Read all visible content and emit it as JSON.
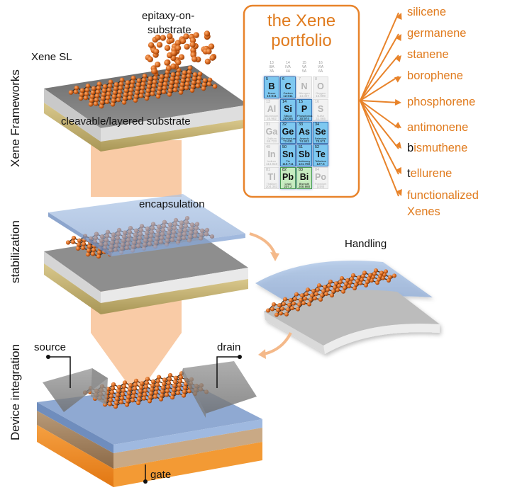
{
  "labels": {
    "epitaxy": [
      "epitaxy-on-",
      "substrate"
    ],
    "xene_sl": "Xene SL",
    "substrate": "cleavable/layered substrate",
    "encapsulation": "encapsulation",
    "handling": "Handling",
    "source": "source",
    "drain": "drain",
    "gate": "gate"
  },
  "stages": {
    "frameworks": "Xene Frameworks",
    "stabilization": "stabilization",
    "device": "Device integration"
  },
  "portfolio": {
    "title_line1": "the Xene",
    "title_line2": "portfolio",
    "frame_color": "#e8832a",
    "groups": [
      {
        "num": "13",
        "roman": "IIIA",
        "cas": "3A"
      },
      {
        "num": "14",
        "roman": "IVA",
        "cas": "4A"
      },
      {
        "num": "15",
        "roman": "VA",
        "cas": "5A"
      },
      {
        "num": "16",
        "roman": "VIA",
        "cas": "6A"
      }
    ],
    "elements": [
      {
        "z": "5",
        "sym": "B",
        "name": "Boron",
        "mass": "10.811",
        "style": "blue"
      },
      {
        "z": "6",
        "sym": "C",
        "name": "Carbon",
        "mass": "12.011",
        "style": "blue"
      },
      {
        "z": "7",
        "sym": "N",
        "name": "Nitrogen",
        "mass": "14.007",
        "style": "dim"
      },
      {
        "z": "8",
        "sym": "O",
        "name": "Oxygen",
        "mass": "15.999",
        "style": "dim"
      },
      {
        "z": "13",
        "sym": "Al",
        "name": "Aluminium",
        "mass": "26.982",
        "style": "dim"
      },
      {
        "z": "14",
        "sym": "Si",
        "name": "Silicon",
        "mass": "28.086",
        "style": "blue"
      },
      {
        "z": "15",
        "sym": "P",
        "name": "Phosphorus",
        "mass": "30.974",
        "style": "blue"
      },
      {
        "z": "16",
        "sym": "S",
        "name": "Sulfur",
        "mass": "32.065",
        "style": "dim"
      },
      {
        "z": "31",
        "sym": "Ga",
        "name": "Gallium",
        "mass": "69.723",
        "style": "dim"
      },
      {
        "z": "32",
        "sym": "Ge",
        "name": "Germanium",
        "mass": "72.631",
        "style": "blue"
      },
      {
        "z": "33",
        "sym": "As",
        "name": "Arsenic",
        "mass": "74.922",
        "style": "blue"
      },
      {
        "z": "34",
        "sym": "Se",
        "name": "Selenium",
        "mass": "78.971",
        "style": "blue"
      },
      {
        "z": "49",
        "sym": "In",
        "name": "Indium",
        "mass": "114.818",
        "style": "dim"
      },
      {
        "z": "50",
        "sym": "Sn",
        "name": "Tin",
        "mass": "118.711",
        "style": "blue"
      },
      {
        "z": "51",
        "sym": "Sb",
        "name": "Antimony",
        "mass": "121.760",
        "style": "blue"
      },
      {
        "z": "52",
        "sym": "Te",
        "name": "Tellurium",
        "mass": "127.6",
        "style": "blue"
      },
      {
        "z": "81",
        "sym": "Tl",
        "name": "Thallium",
        "mass": "204.383",
        "style": "dim"
      },
      {
        "z": "82",
        "sym": "Pb",
        "name": "Lead",
        "mass": "207.2",
        "style": "green"
      },
      {
        "z": "83",
        "sym": "Bi",
        "name": "Bismuth",
        "mass": "208.980",
        "style": "green"
      },
      {
        "z": "84",
        "sym": "Po",
        "name": "Polonium",
        "mass": "(209)",
        "style": "dim"
      }
    ]
  },
  "xenes": [
    {
      "first": "s",
      "rest": "ilicene",
      "first_dark": false
    },
    {
      "first": "g",
      "rest": "ermanene",
      "first_dark": false
    },
    {
      "first": "s",
      "rest": "tanene",
      "first_dark": false
    },
    {
      "first": "b",
      "rest": "orophene",
      "first_dark": false
    },
    {
      "first": "p",
      "rest": "hosphorene",
      "first_dark": false
    },
    {
      "first": "a",
      "rest": "ntimonene",
      "first_dark": false
    },
    {
      "first": "b",
      "rest": "ismuthene",
      "first_dark": true
    },
    {
      "first": "t",
      "rest": "ellurene",
      "first_dark": true
    },
    {
      "first": "f",
      "rest": "unctionalized",
      "first_dark": false
    },
    {
      "first": "X",
      "rest": "enes",
      "first_dark": false
    }
  ],
  "colors": {
    "accent": "#e8832a",
    "atom": "#c75a12",
    "substrate_top": "#cfcfcf",
    "substrate_gold": "#c9b77a",
    "glass": "#8fb0d9",
    "gate_orange": "#f08a1a",
    "funnel": "#f9cba6"
  }
}
